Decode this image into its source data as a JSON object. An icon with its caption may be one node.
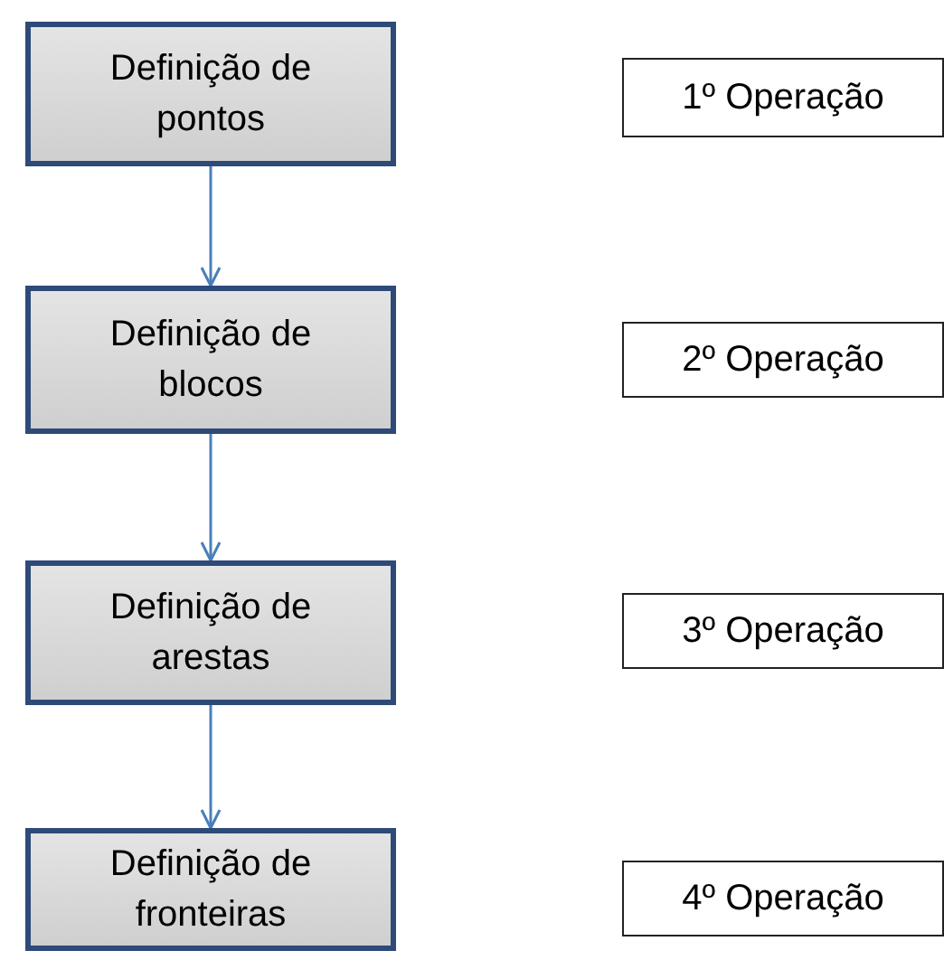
{
  "diagram": {
    "nodes": [
      {
        "text": [
          "Definição de pontos"
        ]
      },
      {
        "text": [
          "Definição de blocos"
        ]
      },
      {
        "text": [
          "Definição de arestas"
        ]
      },
      {
        "text": [
          "Definição de fronteiras"
        ]
      },
      {
        "text": [
          "1º Operação"
        ]
      },
      {
        "text": [
          "2º Operação"
        ]
      },
      {
        "text": [
          "3º Operação"
        ]
      },
      {
        "text": [
          "4º Operação"
        ]
      }
    ],
    "edges": [
      {
        "from": 0,
        "to": 1,
        "arrow": "to"
      },
      {
        "from": 1,
        "to": 2,
        "arrow": "to"
      },
      {
        "from": 2,
        "to": 3,
        "arrow": "to"
      }
    ]
  }
}
